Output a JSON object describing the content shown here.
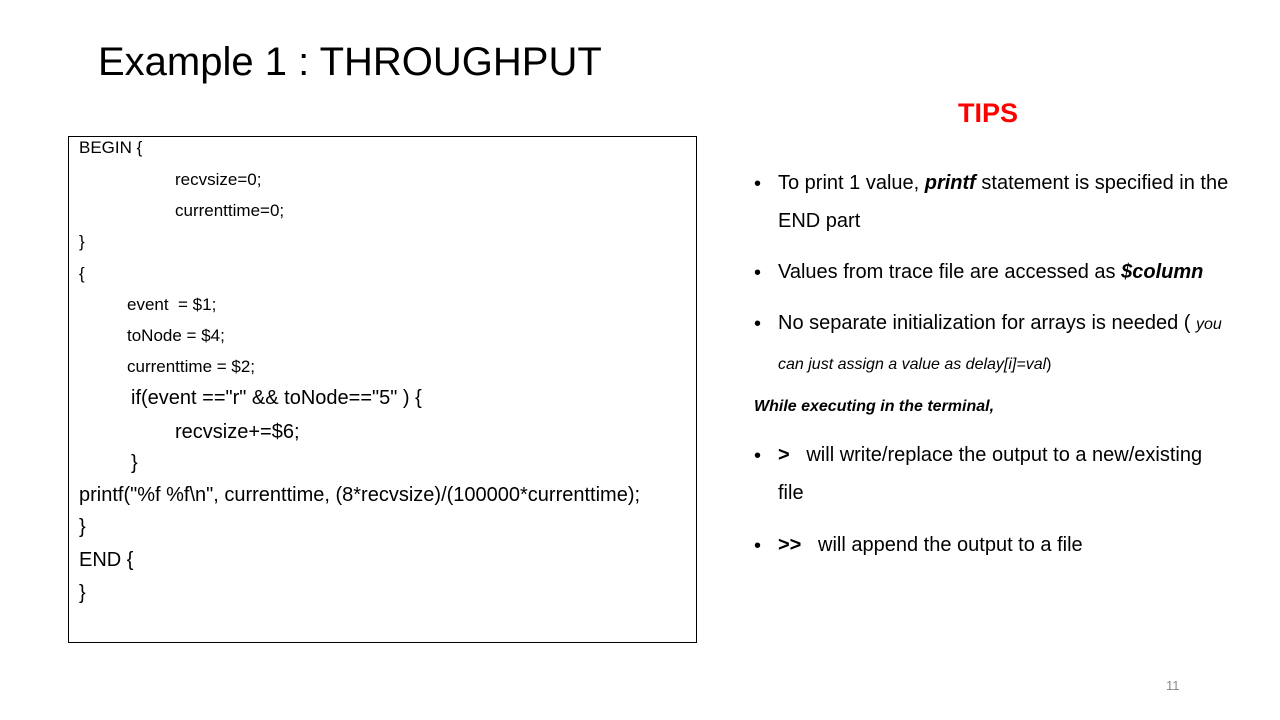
{
  "title": "Example 1 : THROUGHPUT",
  "code": [
    "BEGIN {",
    "recvsize=0;",
    "currenttime=0;",
    "}",
    "{",
    "event  = $1;",
    "toNode = $4;",
    "currenttime = $2;",
    "if(event ==\"r\" && toNode==\"5\" ) {",
    "recvsize+=$6;",
    "}",
    "printf(\"%f %f\\n\", currenttime, (8*recvsize)/(100000*currenttime);",
    "}",
    "END {",
    "}"
  ],
  "tips": {
    "heading": "TIPS",
    "bullet_symbol": "•",
    "b1": {
      "pre": "To print 1 value, ",
      "em": "printf",
      "post": " statement is specified in the",
      "line2": "END part"
    },
    "b2": {
      "pre": "Values from trace file are accessed as ",
      "em": "$column"
    },
    "b3": {
      "line1": "No separate initialization for arrays is needed ( ",
      "line1_small": "you",
      "line2_small": "can just assign a value as delay[i]=val",
      "line2_close": ")"
    },
    "subheading": "While executing in the terminal,",
    "b4": {
      "op": ">",
      "text": "   will write/replace the output to a new/existing",
      "line2": "file"
    },
    "b5": {
      "op": ">>",
      "text": "   will append the output to a file"
    }
  },
  "page_number": "11",
  "colors": {
    "tips_heading": "#ff0000",
    "page_number": "#8a8a8a"
  }
}
